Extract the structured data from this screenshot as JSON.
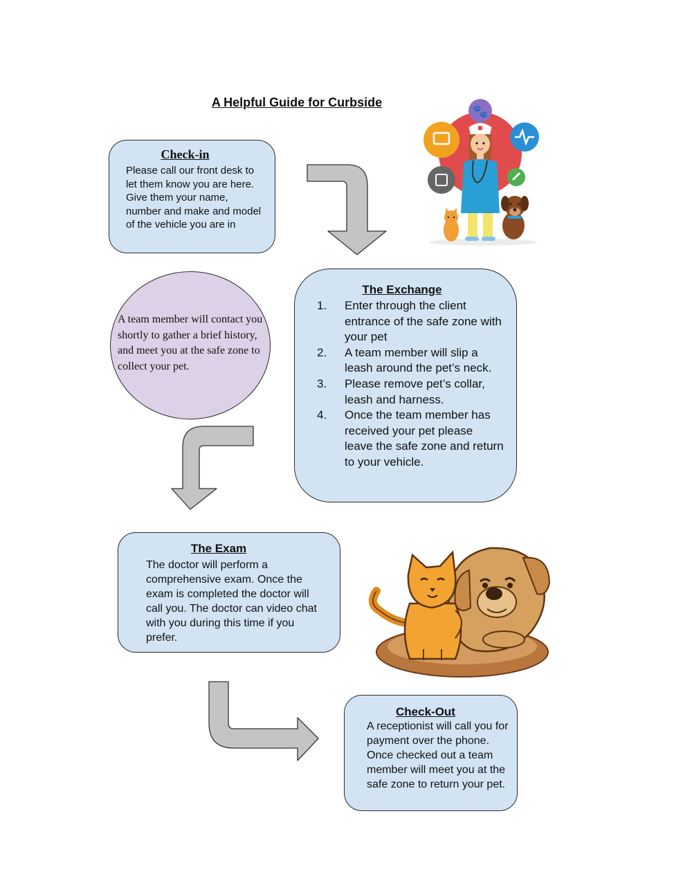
{
  "title": "A Helpful Guide for Curbside",
  "checkin": {
    "heading": "Check-in",
    "text": "Please call our front desk to let them know you are here. Give them your name, number and make and model of the vehicle you are in"
  },
  "contact": {
    "text": "A team member will contact you shortly to gather a brief history, and meet you at the safe zone to collect your pet."
  },
  "exchange": {
    "heading": "The Exchange",
    "steps": [
      {
        "num": "1.",
        "text": "Enter through the client entrance of the safe zone with your pet"
      },
      {
        "num": "2.",
        "text": "A team member will slip a leash around the pet’s neck."
      },
      {
        "num": "3.",
        "text": "Please remove pet’s collar, leash and harness."
      },
      {
        "num": "4.",
        "text": "Once the team member has received your pet please leave the safe zone and return to your vehicle."
      }
    ]
  },
  "exam": {
    "heading": "The Exam",
    "text": "The doctor will perform a comprehensive exam. Once the exam is completed the doctor will call you. The doctor can video chat with you during this time if you prefer."
  },
  "checkout": {
    "heading": "Check-Out",
    "text": "A receptionist will call you for payment over the phone. Once checked out a team member will meet you at the safe zone to return your pet."
  },
  "colors": {
    "box_blue": "#d2e4f4",
    "oval_purple": "#dcd1e7",
    "arrow_gray": "#c4c4c4"
  }
}
